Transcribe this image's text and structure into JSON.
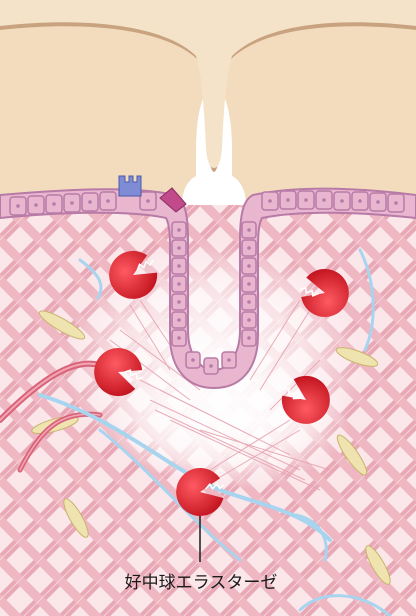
{
  "labels": {
    "enzyme": "好中球エラスターゼ"
  },
  "colors": {
    "mucus": "#f2dcbd",
    "mucus_dark": "#c9a27f",
    "epithelium": "#e8b6cf",
    "epithelium_border": "#b87aa6",
    "tissue_bg": "#fbe7ea",
    "fiber": "#e29aa8",
    "elastase": "#d82130",
    "goblet_cell": "#7d8cd4",
    "vessel_red": "#d9647a",
    "vessel_blue": "#a7d5ef",
    "fibroblast": "#efe3b0"
  },
  "enzymes": [
    {
      "id": "e1"
    },
    {
      "id": "e2"
    },
    {
      "id": "e3"
    },
    {
      "id": "e4"
    },
    {
      "id": "e5"
    },
    {
      "id": "e6"
    }
  ]
}
